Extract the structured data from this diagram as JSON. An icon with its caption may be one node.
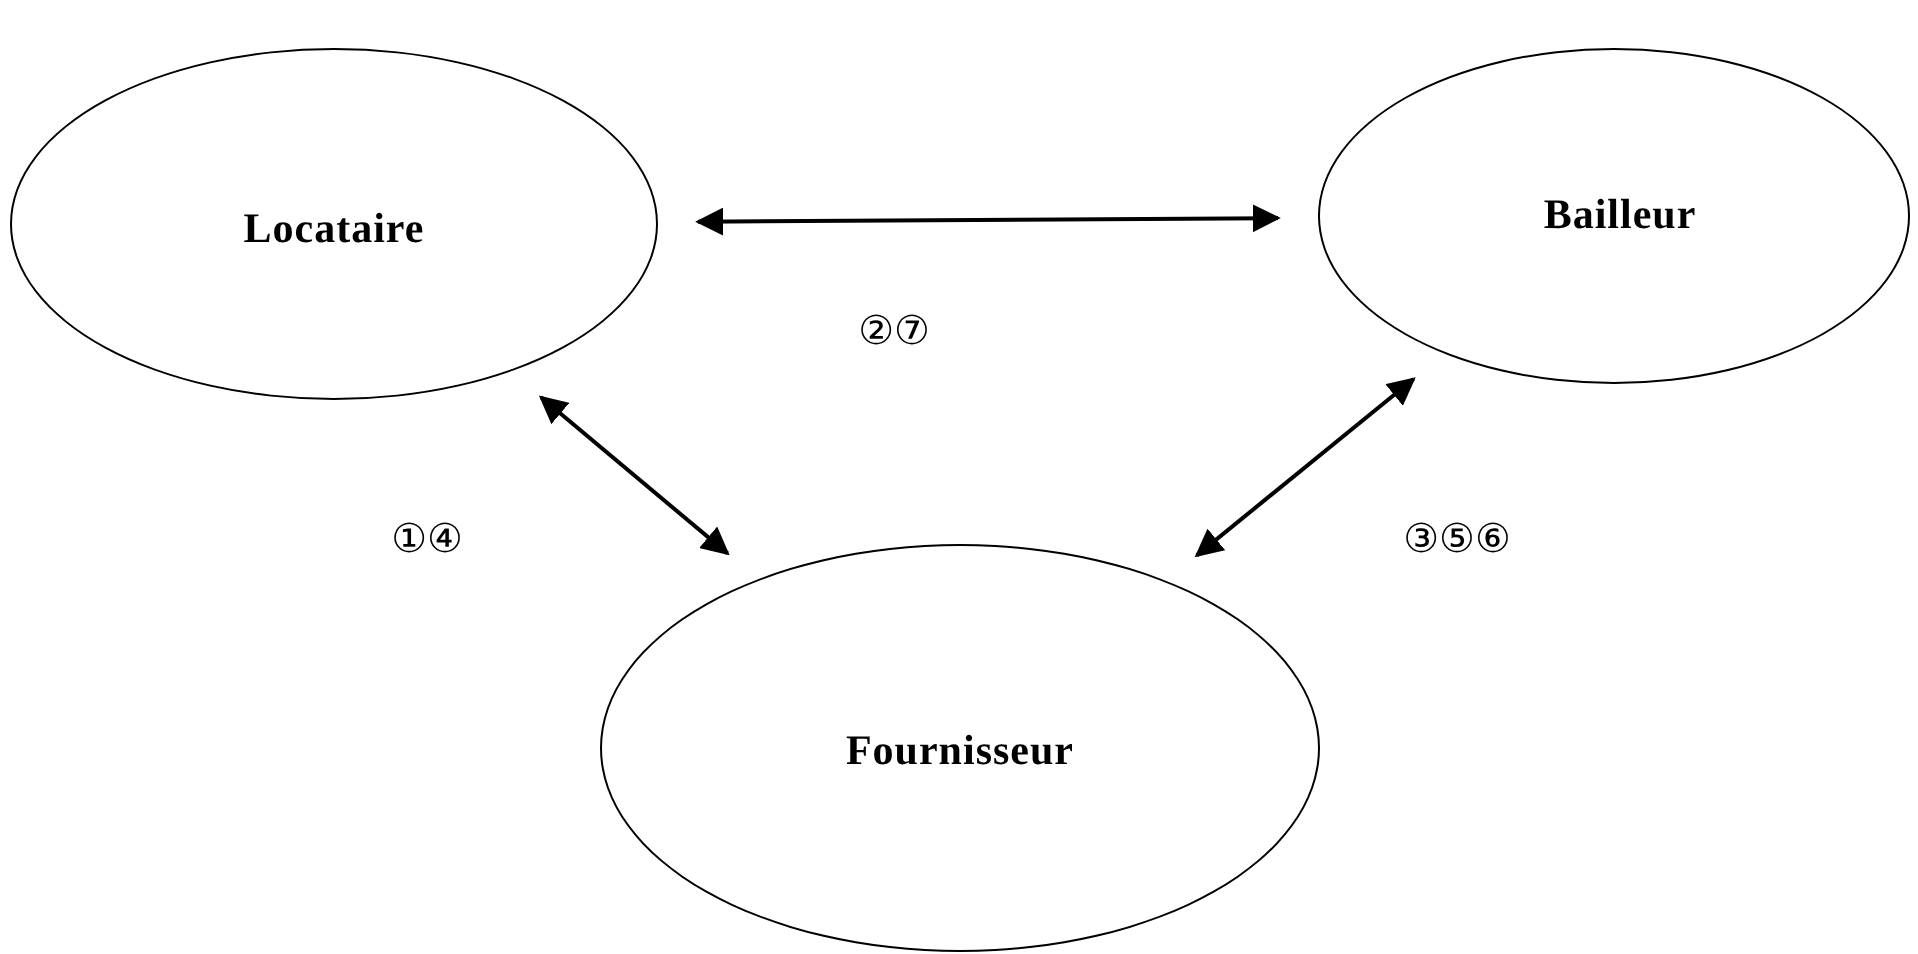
{
  "diagram": {
    "nodes": [
      {
        "text": [
          "Locataire"
        ]
      },
      {
        "text": [
          "Bailleur"
        ]
      },
      {
        "text": [
          "Fournisseur"
        ]
      }
    ],
    "edges": [
      {
        "from": 0,
        "to": 1,
        "arrow": "both",
        "label": "②⑦"
      },
      {
        "from": 0,
        "to": 2,
        "arrow": "both",
        "label": "①④"
      },
      {
        "from": 1,
        "to": 2,
        "arrow": "both",
        "label": "③⑤⑥"
      }
    ]
  }
}
